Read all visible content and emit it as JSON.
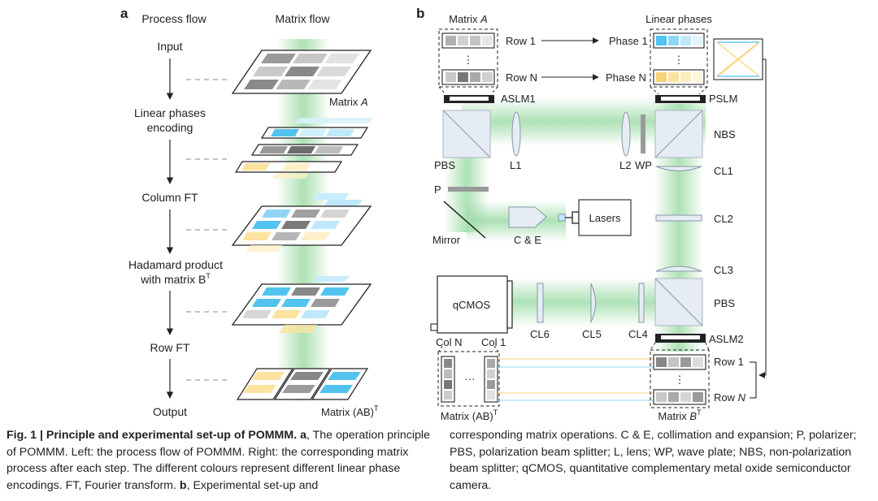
{
  "panel_a": {
    "label": "a",
    "col_process": "Process flow",
    "col_matrix": "Matrix flow",
    "steps": {
      "input": "Input",
      "lpe_1": "Linear phases",
      "lpe_2": "encoding",
      "col_ft": "Column FT",
      "hadamard_1": "Hadamard product",
      "hadamard_2": "with matrix B",
      "hadamard_sup": "T",
      "row_ft": "Row FT",
      "output": "Output"
    },
    "matrix_a_label": "Matrix ",
    "matrix_a_italic": "A",
    "matrix_ab_label": "Matrix (AB)",
    "matrix_ab_sup": "T"
  },
  "panel_b": {
    "label": "b",
    "matrix_a_label": "Matrix ",
    "matrix_a_italic": "A",
    "row_1": "Row 1",
    "row_n": "Row N",
    "phase_1": "Phase 1",
    "phase_n": "Phase N",
    "linear_phases": "Linear phases",
    "aslm1": "ASLM1",
    "pslm": "PSLM",
    "nbs": "NBS",
    "pbs_left": "PBS",
    "l1": "L1",
    "l2": "L2",
    "wp": "WP",
    "cl1": "CL1",
    "cl2": "CL2",
    "cl3": "CL3",
    "p": "P",
    "mirror": "Mirror",
    "ce": "C & E",
    "lasers": "Lasers",
    "qcmos": "qCMOS",
    "pbs_right": "PBS",
    "cl6": "CL6",
    "cl5": "CL5",
    "cl4": "CL4",
    "aslm2": "ASLM2",
    "col_n": "Col N",
    "col_1": "Col 1",
    "row_1_bottom": "Row 1",
    "row_n_bottom_prefix": "Row ",
    "row_n_bottom_italic": "N",
    "matrix_ab_label": "Matrix (AB)",
    "matrix_ab_sup": "T",
    "matrix_b_label": "Matrix ",
    "matrix_b_italic": "B",
    "matrix_b_sup": "T",
    "vdots": "⋮",
    "hdots": "···"
  },
  "caption": {
    "title": "Fig. 1 | Principle and experimental set-up of POMMM.",
    "a_label": "a",
    "a_text": ", The operation principle of POMMM. Left: the process flow of POMMM. Right: the corresponding matrix process after each step. The different colours represent different linear phase encodings. FT, Fourier transform.",
    "b_label": "b",
    "b_text": ", Experimental set-up and",
    "right_text": "corresponding matrix operations. C & E, collimation and expansion; P, polarizer; PBS, polarization beam splitter; L, lens; WP, wave plate; NBS, non-polarization beam splitter; qCMOS, quantitative complementary metal oxide semiconductor camera."
  },
  "colors": {
    "beam": "#9fdca8",
    "blue": "#52c3ef",
    "yellow": "#fbe39f",
    "gray_dark": "#888888",
    "gray_mid": "#b4b4b4",
    "gray_light": "#dcdcdc"
  }
}
